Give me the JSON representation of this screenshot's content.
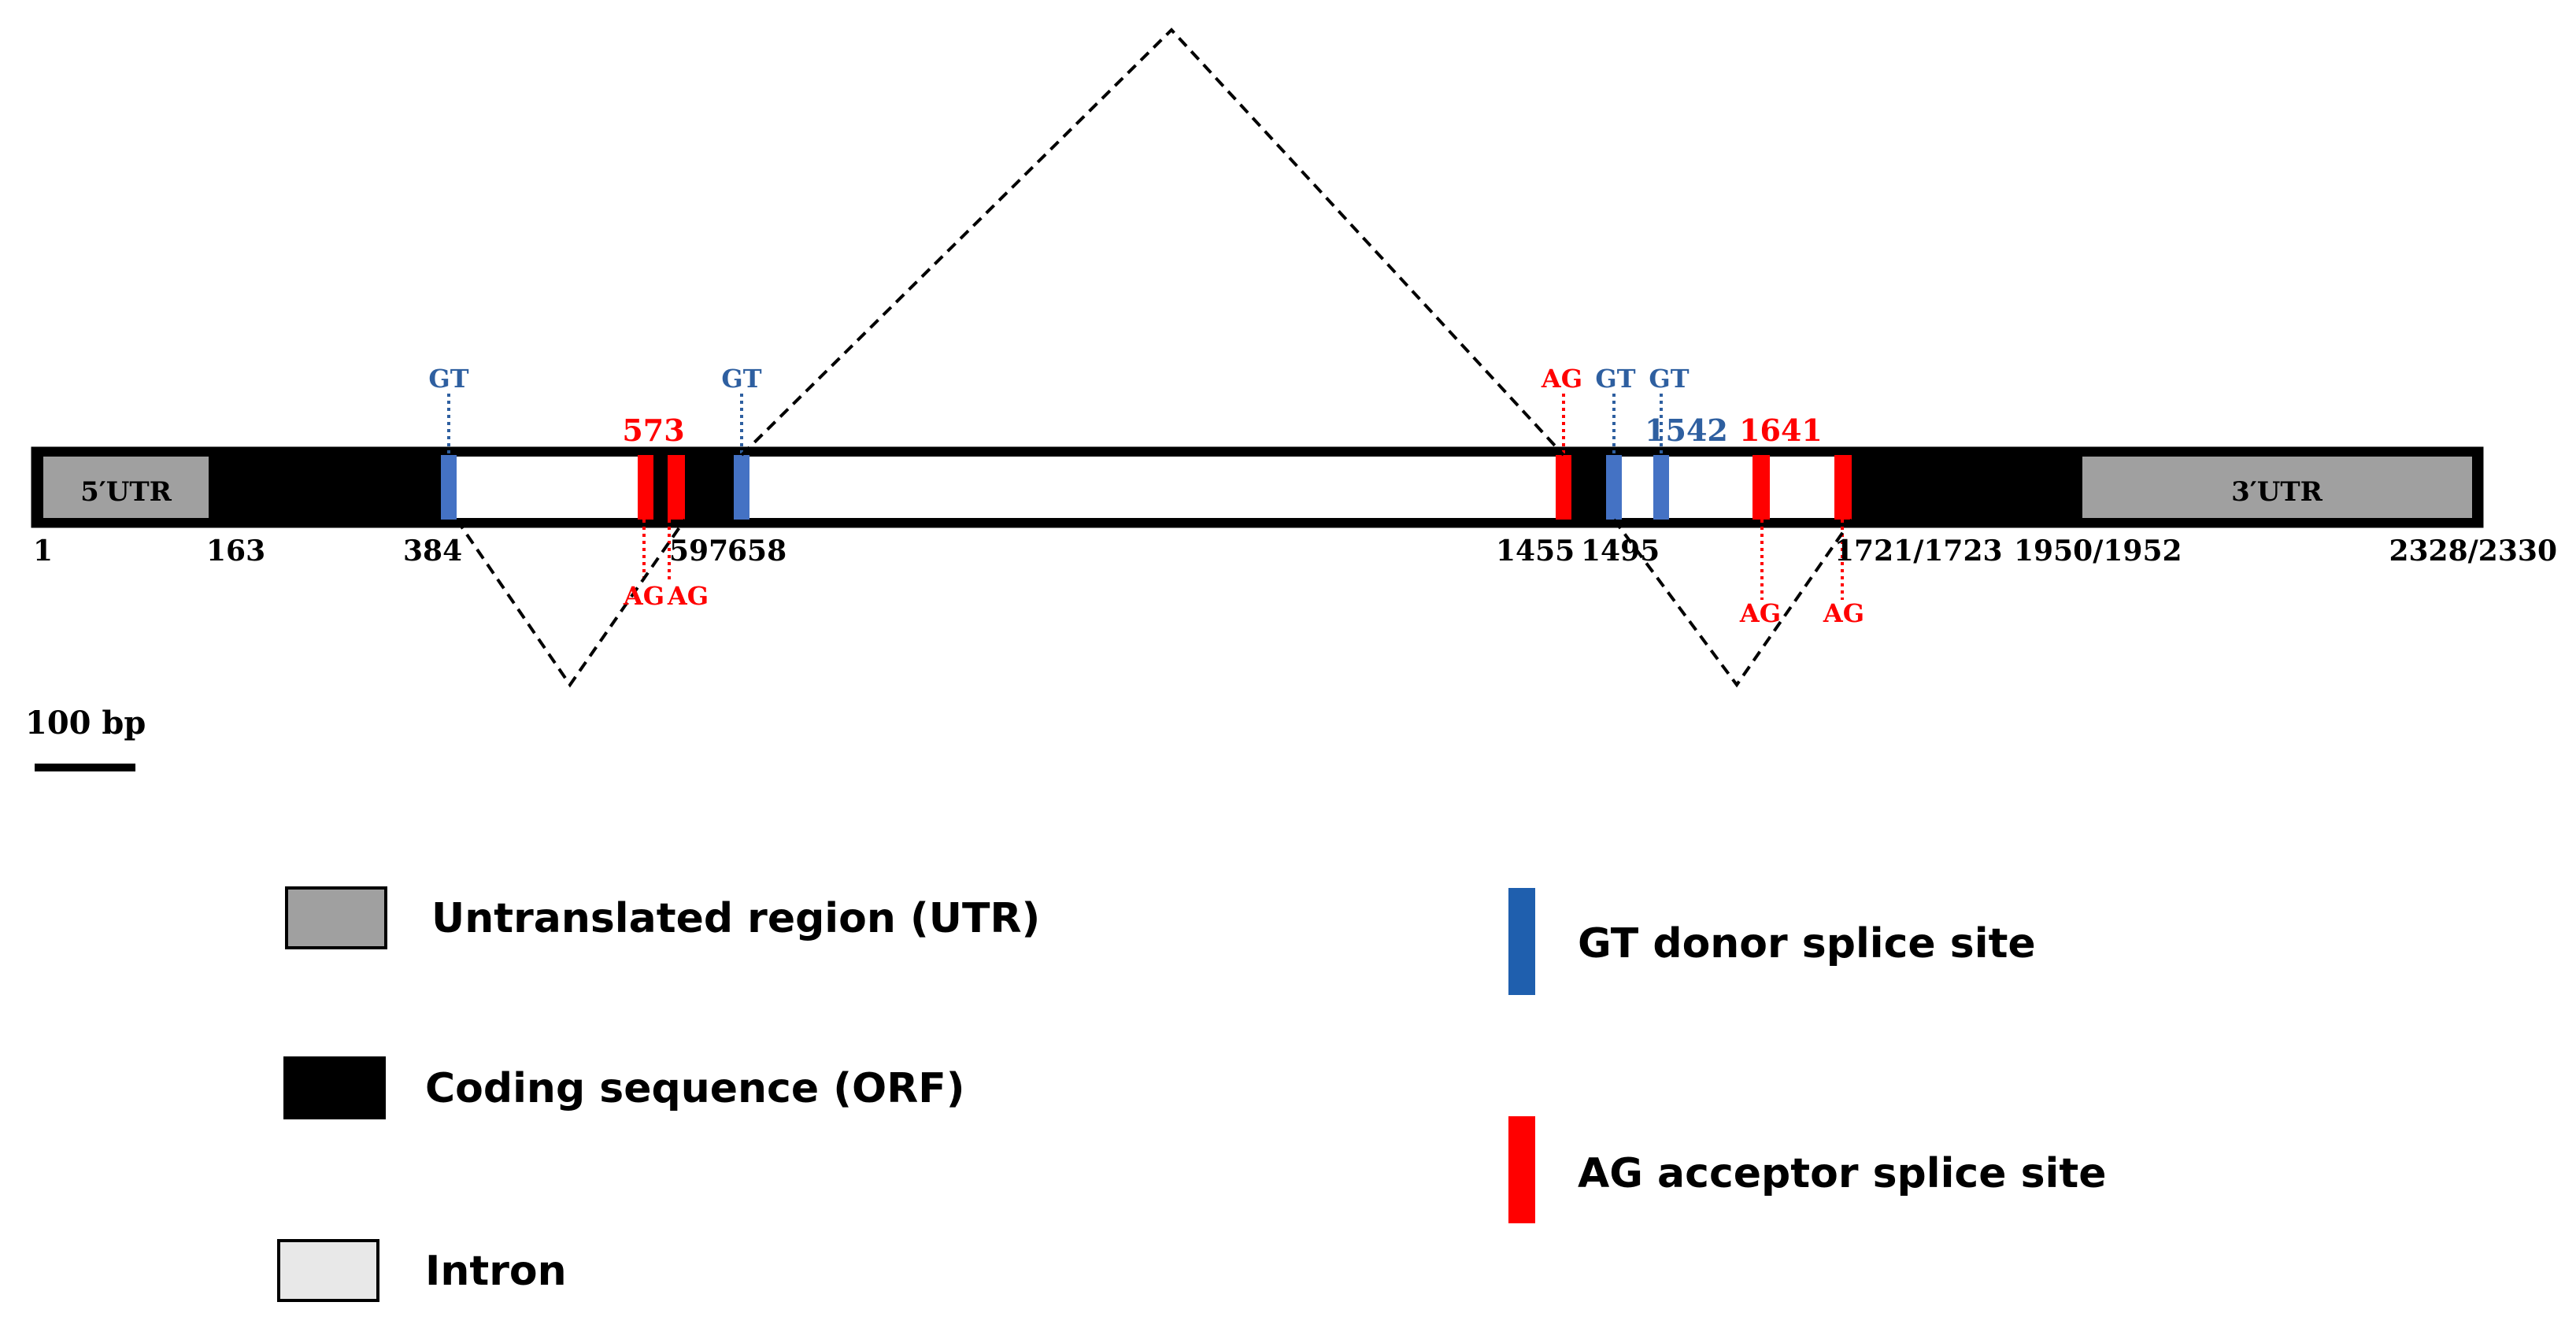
{
  "gene_bar": {
    "utr5_label": "5′UTR",
    "utr3_label": "3′UTR"
  },
  "site_labels": {
    "gt": "GT",
    "ag": "AG"
  },
  "position_labels": {
    "p1": "1",
    "p163": "163",
    "p384": "384",
    "p597": "597",
    "p658": "658",
    "p1455": "1455",
    "p1495": "1495",
    "p1721": "1721/1723",
    "p1950": "1950/1952",
    "p2328": "2328/2330"
  },
  "highlight_labels": {
    "p573": "573",
    "p1542": "1542",
    "p1641": "1641"
  },
  "scale_bar": {
    "label": "100 bp"
  },
  "legend": {
    "utr": "Untranslated region (UTR)",
    "orf": "Coding sequence (ORF)",
    "intron": "Intron",
    "gt": "GT donor splice site",
    "ag": "AG acceptor splice site"
  },
  "colors": {
    "utr_fill": "#a0a0a0",
    "orf_fill": "#000000",
    "intron_fill": "#e8e8e8",
    "gt_blue": "#4472c4",
    "gt_legend_blue": "#1f5fae",
    "ag_red": "#ff0000",
    "label_blue": "#2e5fa0"
  }
}
